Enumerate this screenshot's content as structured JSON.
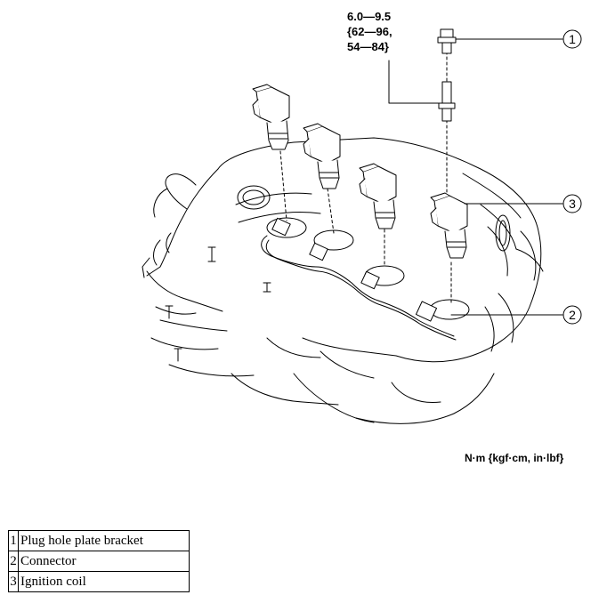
{
  "torque_spec": {
    "line1": "6.0—9.5",
    "line2": "{62—96,",
    "line3": "54—84}"
  },
  "units_label": "N·m {kgf·cm, in·lbf}",
  "callouts": [
    {
      "num": "1"
    },
    {
      "num": "3"
    },
    {
      "num": "2"
    }
  ],
  "legend": [
    {
      "num": "1",
      "label": "Plug hole plate bracket"
    },
    {
      "num": "2",
      "label": "Connector"
    },
    {
      "num": "3",
      "label": "Ignition coil"
    }
  ]
}
